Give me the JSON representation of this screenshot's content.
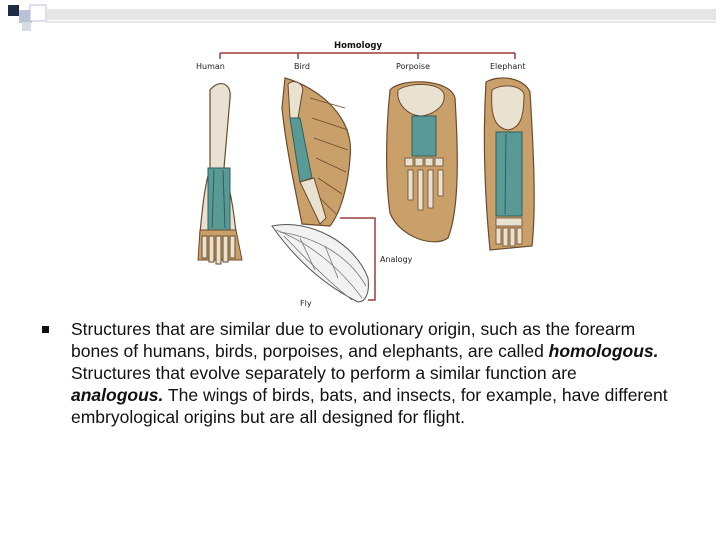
{
  "diagram": {
    "title": "Homology",
    "labels": {
      "human": "Human",
      "bird": "Bird",
      "porpoise": "Porpoise",
      "elephant": "Elephant",
      "analogy": "Analogy",
      "fly": "Fly"
    },
    "colors": {
      "bone": "#e9e2d0",
      "forearm": "#5a9a96",
      "outline": "#6b4a2e",
      "flesh": "#c9a06a",
      "bracket": "#9b3b3b"
    }
  },
  "body": {
    "part1": "Structures that are similar due to evolutionary origin, such as the forearm bones of humans, birds, porpoises, and elephants, are called ",
    "term1": "homologous.",
    "part2": " Structures that evolve separately to perform a similar function are ",
    "term2": "analogous.",
    "part3": " The wings of birds, bats, and insects, for example, have different embryological origins but are all designed for flight."
  }
}
